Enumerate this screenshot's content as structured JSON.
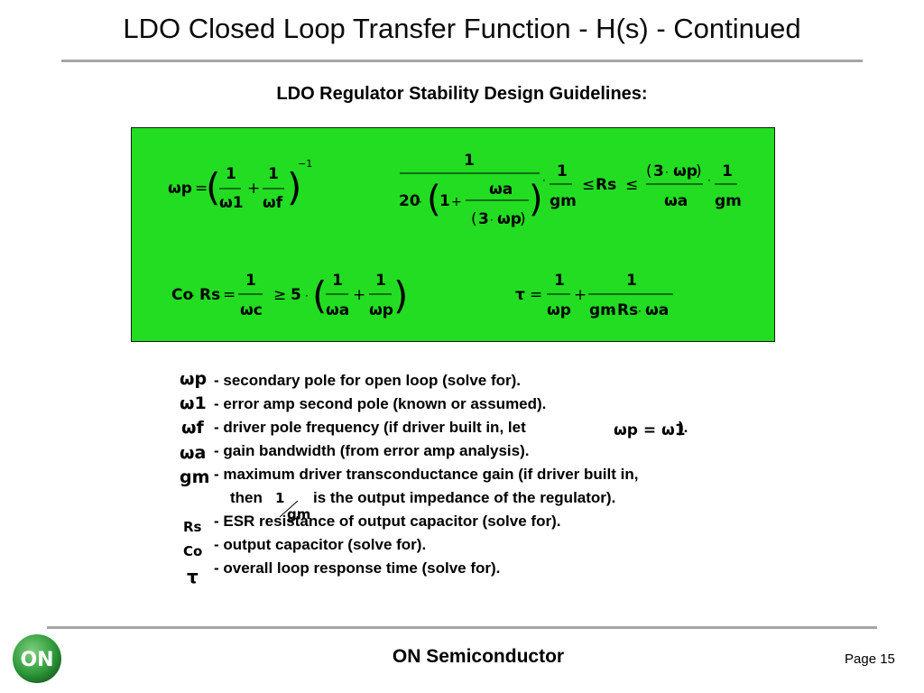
{
  "slide": {
    "title": "LDO Closed Loop Transfer Function - H(s) - Continued",
    "subtitle": "LDO Regulator Stability Design Guidelines:",
    "box_color": "#22dd22",
    "rule_color": "#a6a6a6"
  },
  "equations": {
    "omega_p": {
      "lhs": "ωp",
      "one": "1",
      "w1": "ω1",
      "wf": "ωf",
      "exp": "−1"
    },
    "rs_bounds": {
      "one": "1",
      "twenty": "20",
      "wa": "ωa",
      "three": "3",
      "wp": "ωp",
      "gm": "gm",
      "rs": "Rs"
    },
    "co_rs": {
      "co": "Co",
      "rs": "Rs",
      "one": "1",
      "wc": "ωc",
      "five": "5",
      "wa": "ωa",
      "wp": "ωp"
    },
    "tau": {
      "tau": "τ",
      "one": "1",
      "wp": "ωp",
      "gm": "gm",
      "rs": "Rs",
      "wa": "ωa"
    }
  },
  "legend": [
    {
      "sym": "ωp",
      "text": "- secondary pole for open loop (solve for)."
    },
    {
      "sym": "ω1",
      "text": "- error amp second pole (known or assumed)."
    },
    {
      "sym": "ωf",
      "text": "- driver pole frequency (if driver built in, let"
    },
    {
      "sym": "ωa",
      "text": "- gain bandwidth (from error amp analysis)."
    },
    {
      "sym": "gm",
      "text": "- maximum driver transconductance gain (if driver built in,"
    },
    {
      "sym": "",
      "text": "then"
    },
    {
      "sym": "Rs",
      "text": "- ESR resistance of output capacitor (solve for)."
    },
    {
      "sym": "Co",
      "text": "- output capacitor (solve for)."
    },
    {
      "sym": "τ",
      "text": "- overall loop response time (solve for)."
    }
  ],
  "inline": {
    "wp_eq_w1": "ωp = ω1",
    "close_paren": ").",
    "one_over_gm_num": "1",
    "one_over_gm_den": "gm",
    "impedance_text": "is the output impedance of the regulator)."
  },
  "footer": {
    "brand": "ON Semiconductor",
    "page": "Page 15",
    "logo_text": "ON"
  }
}
